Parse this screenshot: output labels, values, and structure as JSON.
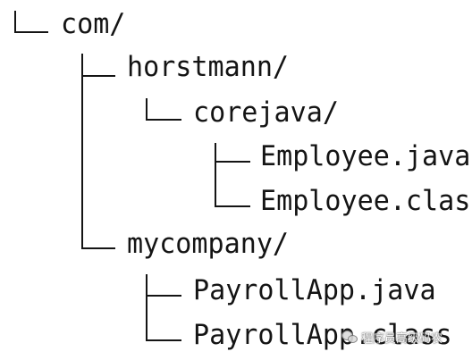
{
  "tree": {
    "root": "com/",
    "horstmann": "horstmann/",
    "corejava": "corejava/",
    "employee_java": "Employee.java",
    "employee_class": "Employee.class",
    "mycompany": "mycompany/",
    "payroll_java": "PayrollApp.java",
    "payroll_class": "PayrollApp.class"
  },
  "watermark": {
    "text": "程序员高级码农",
    "icon": "wechat-icon"
  }
}
